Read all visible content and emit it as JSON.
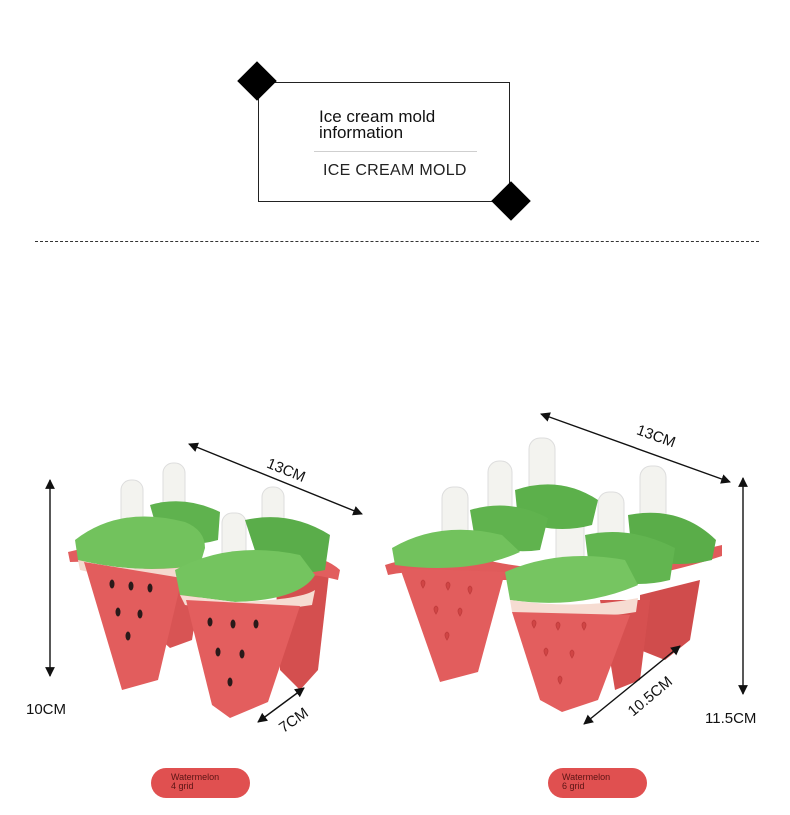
{
  "header": {
    "title": "Ice cream mold information",
    "subtitle": "ICE CREAM MOLD"
  },
  "products": [
    {
      "dimensions": {
        "length": "13CM",
        "height": "10CM",
        "width": "7CM"
      },
      "badge": {
        "line1": "Watermelon",
        "line2": "4 grid"
      }
    },
    {
      "dimensions": {
        "length": "13CM",
        "height": "11.5CM",
        "width": "10.5CM"
      },
      "badge": {
        "line1": "Watermelon",
        "line2": "6 grid"
      }
    }
  ],
  "colors": {
    "melon_red": "#e05a5a",
    "melon_green": "#6fbf5a",
    "stick": "#f2f2ee",
    "badge": "#e05050"
  }
}
